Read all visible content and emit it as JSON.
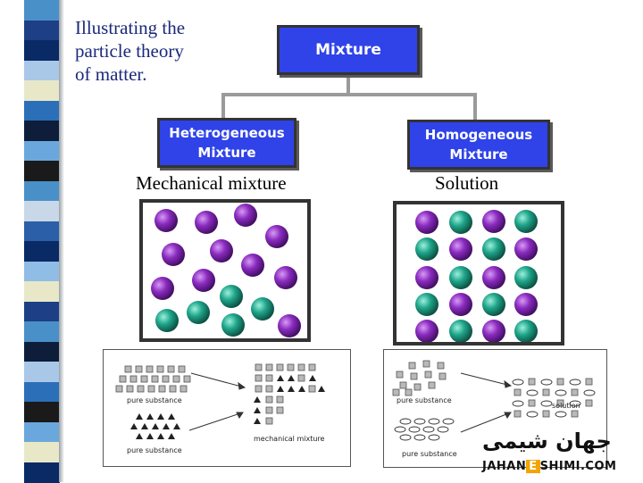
{
  "intro_text": "Illustrating the particle theory of matter.",
  "diagram": {
    "root": "Mixture",
    "left": {
      "line1": "Heterogeneous",
      "line2": "Mixture",
      "caption": "Mechanical mixture"
    },
    "right": {
      "line1": "Homogeneous",
      "line2": "Mixture",
      "caption": "Solution"
    }
  },
  "lower_left": {
    "label_pure_1": "pure substance",
    "label_pure_2": "pure substance",
    "label_result": "mechanical mixture"
  },
  "lower_right": {
    "label_pure_1": "pure substance",
    "label_pure_2": "pure substance",
    "label_result": "solution"
  },
  "watermark": {
    "logo_text": "جهان شیمی",
    "url_part1": "JAHAN",
    "url_part2": "E",
    "url_part3": "SHIMI.COM"
  },
  "colors": {
    "box": "#2f43e8",
    "purple": "#8a2bbf",
    "green": "#1fa58a"
  }
}
